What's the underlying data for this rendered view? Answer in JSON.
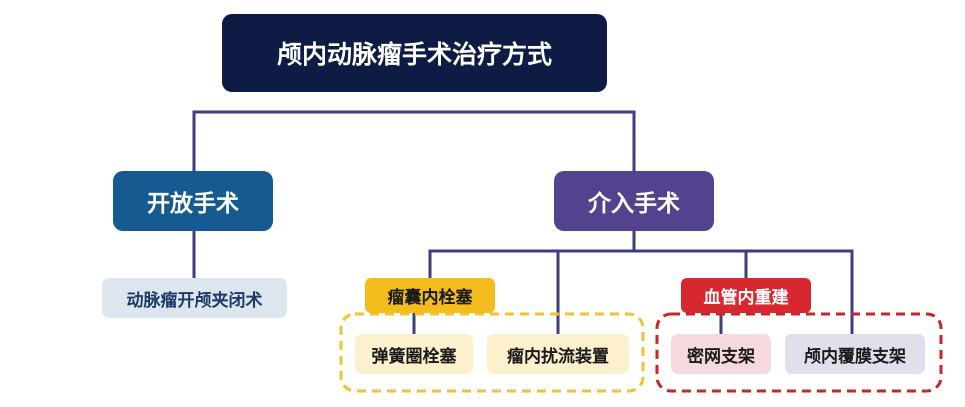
{
  "root": {
    "label": "颅内动脉瘤手术治疗方式"
  },
  "branches": {
    "open_surgery": {
      "label": "开放手术",
      "children": [
        "动脉瘤开颅夹闭术"
      ]
    },
    "interventional": {
      "label": "介入手术",
      "groups": [
        {
          "label": "瘤囊内栓塞",
          "color": "#f4bd1c",
          "border_color": "#f2c230",
          "children": [
            "弹簧圈栓塞",
            "瘤内扰流装置"
          ]
        },
        {
          "label": "血管内重建",
          "color": "#d7282f",
          "border_color": "#c8242b",
          "children": [
            "密网支架",
            "颅内覆膜支架"
          ]
        }
      ]
    }
  },
  "colors": {
    "root": "#0d1b45",
    "open_surgery": "#165a92",
    "interventional": "#55428f",
    "connector": "#3d3e82"
  }
}
